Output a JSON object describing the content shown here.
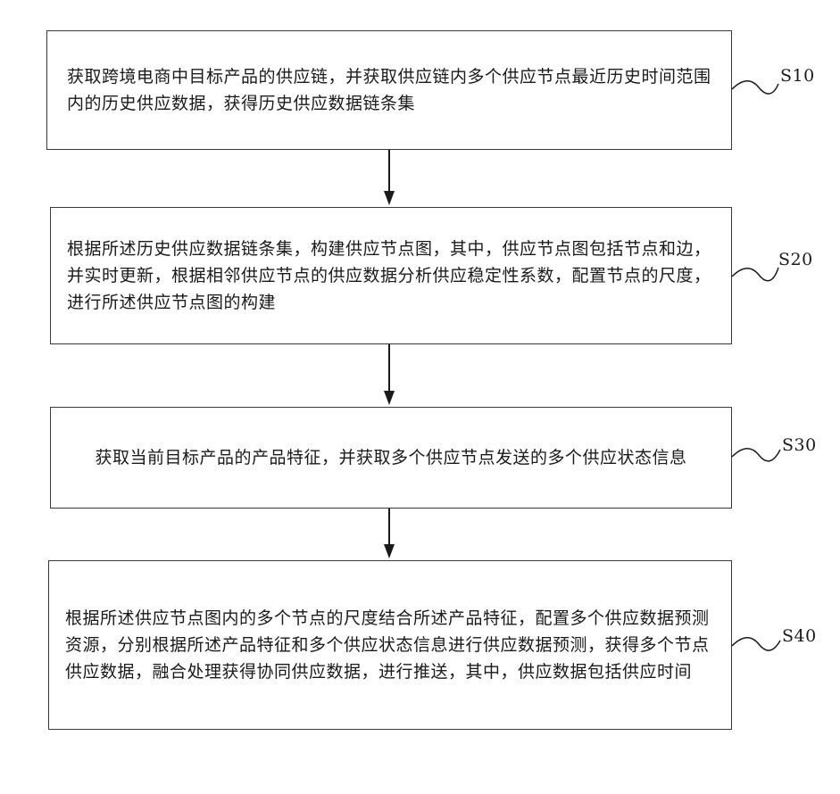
{
  "flowchart": {
    "steps": [
      {
        "id": "S10",
        "label": "S10",
        "text": "获取跨境电商中目标产品的供应链，并获取供应链内多个供应节点最近历史时间范围内的历史供应数据，获得历史供应数据链条集"
      },
      {
        "id": "S20",
        "label": "S20",
        "text": "根据所述历史供应数据链条集，构建供应节点图，其中，供应节点图包括节点和边，并实时更新，根据相邻供应节点的供应数据分析供应稳定性系数，配置节点的尺度，进行所述供应节点图的构建"
      },
      {
        "id": "S30",
        "label": "S30",
        "text": "获取当前目标产品的产品特征，并获取多个供应节点发送的多个供应状态信息"
      },
      {
        "id": "S40",
        "label": "S40",
        "text": "根据所述供应节点图内的多个节点的尺度结合所述产品特征，配置多个供应数据预测资源，分别根据所述产品特征和多个供应状态信息进行供应数据预测，获得多个节点供应数据，融合处理获得协同供应数据，进行推送，其中，供应数据包括供应时间"
      }
    ]
  }
}
